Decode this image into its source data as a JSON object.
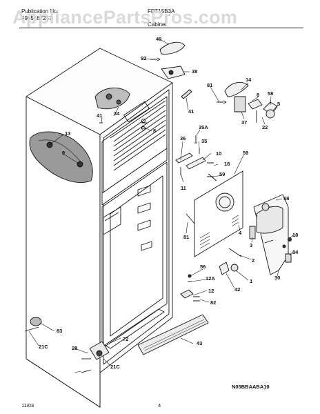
{
  "header": {
    "publication_label": "Publication No.",
    "publication_no": "5995387247",
    "model": "FRT15B3A",
    "section": "Cabinet"
  },
  "watermark": "AppliancePartsPros.com",
  "callouts": [
    "40",
    "92",
    "38",
    "81",
    "14",
    "8",
    "58",
    "5",
    "37",
    "22",
    "41",
    "41",
    "34",
    "8",
    "13",
    "9",
    "35A",
    "36",
    "35",
    "10",
    "59",
    "18",
    "59",
    "11",
    "58",
    "4",
    "3",
    "18",
    "81",
    "2",
    "34",
    "56",
    "12A",
    "1",
    "30",
    "12",
    "42",
    "82",
    "83",
    "21C",
    "72",
    "43",
    "28",
    "21C"
  ],
  "diagram_code": "N05BBAABA10",
  "footer": {
    "date": "11/03",
    "page_number": "4"
  }
}
